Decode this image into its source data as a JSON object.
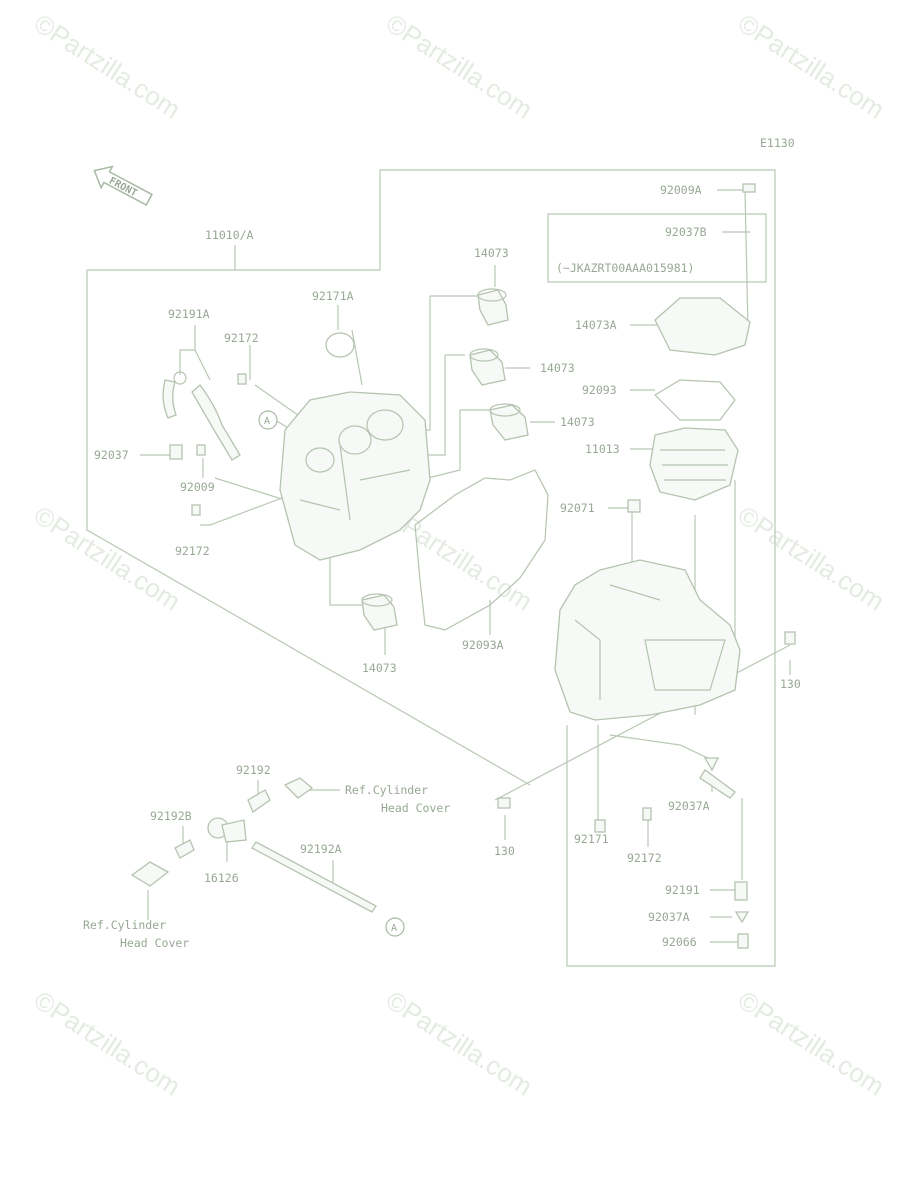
{
  "watermark": "©Partzilla.com",
  "code": "E1130",
  "front_label": "FRONT",
  "callout_a": "A",
  "labels": {
    "p11010A": "11010/A",
    "p14073_top": "14073",
    "p14073_mid1": "14073",
    "p14073_mid2": "14073",
    "p14073_bot": "14073",
    "p92171A": "92171A",
    "p92191A": "92191A",
    "p92172_top": "92172",
    "p92037": "92037",
    "p92009": "92009",
    "p92172_mid": "92172",
    "p92009A": "92009A",
    "p92037B": "92037B",
    "serial_note": "(~JKAZRT00AAA015981)",
    "p14073A": "14073A",
    "p92093": "92093",
    "p11013": "11013",
    "p92071": "92071",
    "p92093A": "92093A",
    "p130_right": "130",
    "p130_bot": "130",
    "p92192": "92192",
    "ref_top_1": "Ref.Cylinder",
    "ref_top_2": "Head Cover",
    "p92192B": "92192B",
    "p16126": "16126",
    "p92192A": "92192A",
    "ref_bot_1": "Ref.Cylinder",
    "ref_bot_2": "Head Cover",
    "p92171": "92171",
    "p92172_bot": "92172",
    "p92037A_1": "92037A",
    "p92191": "92191",
    "p92037A_2": "92037A",
    "p92066": "92066"
  }
}
